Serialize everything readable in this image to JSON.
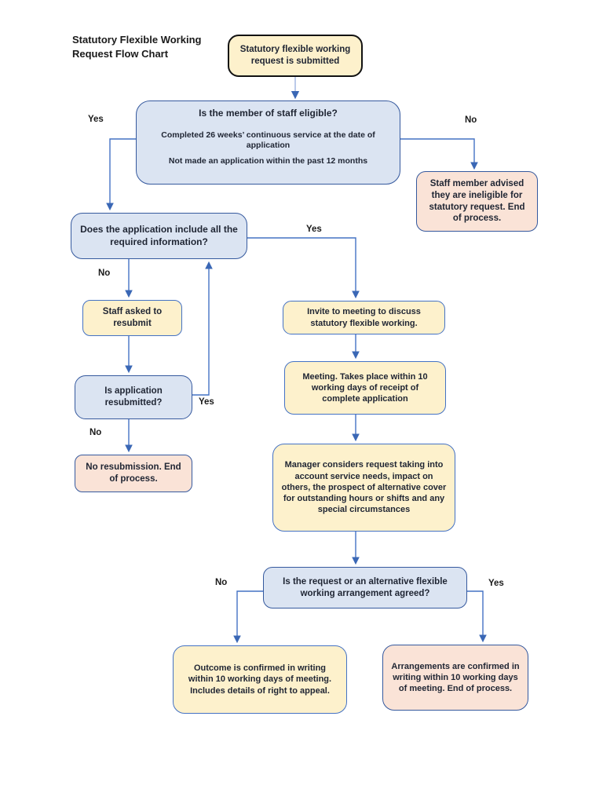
{
  "page": {
    "title": "Statutory Flexible Working Request Flow Chart"
  },
  "colors": {
    "cream_fill": "#fdf1cc",
    "blue_fill": "#dbe4f2",
    "peach_fill": "#fae3d7",
    "blue_border": "#35599e",
    "cream_border": "#4472c4",
    "start_border": "#121212",
    "connector": "#4472c4",
    "connector_light": "#a4b9e2",
    "arrowhead": "#3a67b5"
  },
  "flowchart": {
    "nodes": {
      "start": {
        "text": "Statutory flexible working request is submitted"
      },
      "eligible": {
        "heading": "Is the member of staff eligible?",
        "line1": "Completed 26 weeks’ continuous service at the date of application",
        "line2": "Not made an application within the past 12 months"
      },
      "ineligible": {
        "text": "Staff member advised they are ineligible for statutory request. End of process."
      },
      "info": {
        "text": "Does the application include all the required information?"
      },
      "resubmit": {
        "text": "Staff asked to resubmit"
      },
      "resubmitted": {
        "text": "Is application resubmitted?"
      },
      "no_resubmission": {
        "text": "No resubmission. End of process."
      },
      "invite": {
        "text": "Invite to meeting to discuss statutory flexible working."
      },
      "meeting": {
        "text": "Meeting.  Takes place within 10 working days of receipt of complete application"
      },
      "manager": {
        "text": "Manager considers request taking into account service needs, impact on others, the prospect of alternative cover for outstanding hours or shifts and any special circumstances"
      },
      "agreed": {
        "text": "Is the request or an alternative flexible working arrangement agreed?"
      },
      "outcome": {
        "text": "Outcome is confirmed in writing within 10 working days of meeting. Includes details of right to appeal."
      },
      "arrangements": {
        "text": "Arrangements are confirmed in writing within 10 working days of meeting. End of process."
      }
    },
    "labels": {
      "eligible_yes": "Yes",
      "eligible_no": "No",
      "info_no": "No",
      "info_yes": "Yes",
      "resubmitted_yes": "Yes",
      "resubmitted_no": "No",
      "agreed_no": "No",
      "agreed_yes": "Yes"
    }
  }
}
